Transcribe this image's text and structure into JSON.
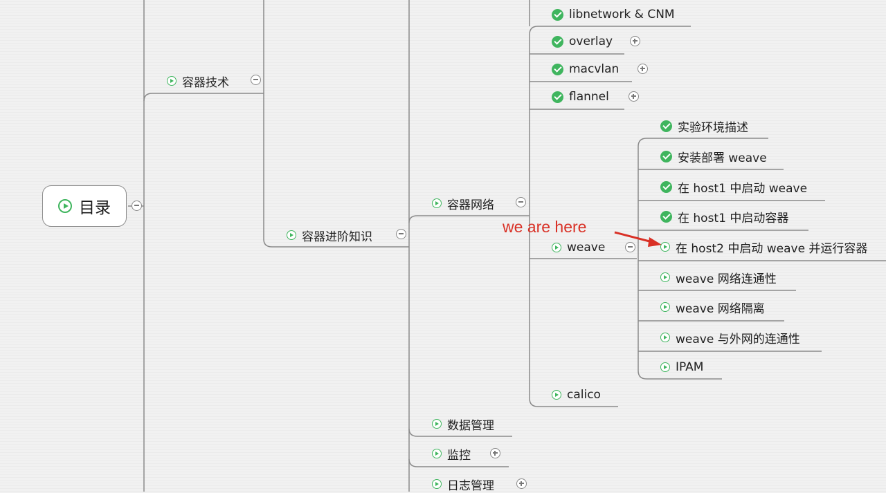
{
  "root": {
    "label": "目录"
  },
  "level1": {
    "container_tech": "容器技术",
    "advanced": "容器进阶知识"
  },
  "level2": {
    "network": "容器网络",
    "storage": "数据管理",
    "monitor": "监控",
    "logging": "日志管理"
  },
  "network_items": [
    {
      "label": "libnetwork & CNM",
      "status": "done"
    },
    {
      "label": "overlay",
      "status": "done"
    },
    {
      "label": "macvlan",
      "status": "done"
    },
    {
      "label": "flannel",
      "status": "done"
    },
    {
      "label": "weave",
      "status": "in-progress"
    },
    {
      "label": "calico",
      "status": "todo"
    }
  ],
  "weave_items": [
    {
      "label": "实验环境描述",
      "status": "done"
    },
    {
      "label": "安装部署 weave",
      "status": "done"
    },
    {
      "label": "在 host1 中启动 weave",
      "status": "done"
    },
    {
      "label": "在 host1 中启动容器",
      "status": "done"
    },
    {
      "label": "在 host2 中启动 weave 并运行容器",
      "status": "current"
    },
    {
      "label": "weave 网络连通性",
      "status": "todo"
    },
    {
      "label": "weave 网络隔离",
      "status": "todo"
    },
    {
      "label": "weave 与外网的连通性",
      "status": "todo"
    },
    {
      "label": "IPAM",
      "status": "todo"
    }
  ],
  "annotation": {
    "text": "we are here"
  },
  "colors": {
    "done": "#3fb55e",
    "annotation": "#d93025",
    "line": "#8a8a8a"
  }
}
